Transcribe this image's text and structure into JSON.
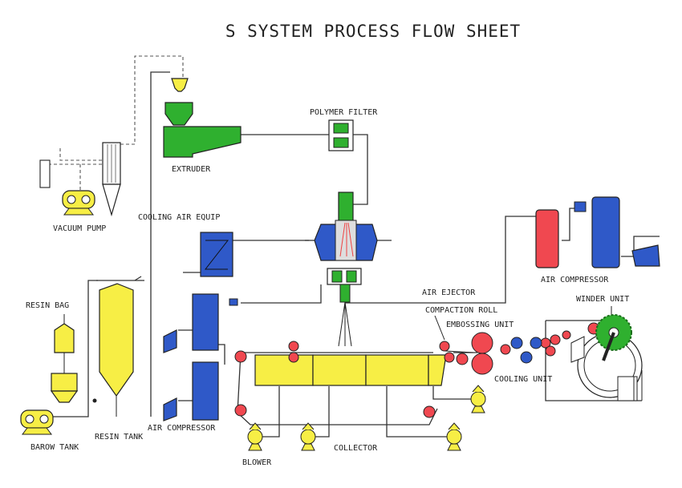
{
  "title": "S SYSTEM PROCESS FLOW SHEET",
  "colors": {
    "green": "#2fb02f",
    "blue": "#2f59c8",
    "yellow": "#f7ee45",
    "red": "#f04850",
    "line": "#333333"
  },
  "labels": {
    "polymer_filter": "POLYMER FILTER",
    "extruder": "EXTRUDER",
    "vacuum_pump": "VACUUM PUMP",
    "cooling_air_equip": "COOLING AIR EQUIP",
    "air_compressor_top": "AIR COMPRESSOR",
    "air_ejector": "AIR EJECTOR",
    "compaction_roll": "COMPACTION ROLL",
    "embossing_unit": "EMBOSSING UNIT",
    "winder_unit": "WINDER UNIT",
    "resin_bag": "RESIN BAG",
    "resin_tank": "RESIN TANK",
    "barow_tank": "BAROW TANK",
    "air_compressor_bottom": "AIR COMPRESSOR",
    "cooling_unit": "COOLING UNIT",
    "blower": "BLOWER",
    "collector": "COLLECTOR"
  }
}
